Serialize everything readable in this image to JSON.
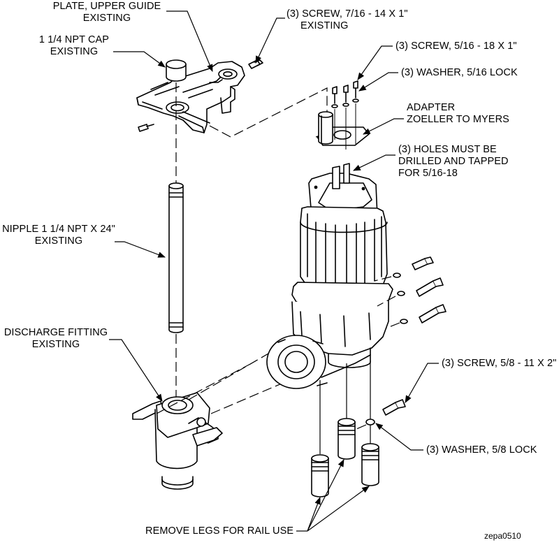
{
  "labels": {
    "plate": [
      "PLATE, UPPER GUIDE",
      "EXISTING"
    ],
    "cap": [
      "1 1/4 NPT CAP",
      "EXISTING"
    ],
    "screw_716": [
      "(3) SCREW, 7/16 - 14 X 1\"",
      "EXISTING"
    ],
    "screw_516": [
      "(3) SCREW, 5/16 - 18 X 1\""
    ],
    "washer_516": [
      "(3) WASHER, 5/16 LOCK"
    ],
    "adapter": [
      "ADAPTER",
      "ZOELLER TO MYERS"
    ],
    "holes": [
      "(3) HOLES MUST BE",
      "DRILLED AND TAPPED",
      "FOR 5/16-18"
    ],
    "nipple": [
      "NIPPLE 1 1/4 NPT X 24\"",
      "EXISTING"
    ],
    "discharge": [
      "DISCHARGE FITTING",
      "EXISTING"
    ],
    "screw_58": [
      "(3) SCREW, 5/8 - 11 X 2\""
    ],
    "washer_58": [
      "(3) WASHER, 5/8 LOCK"
    ],
    "legs": [
      "REMOVE LEGS FOR RAIL USE"
    ]
  },
  "drawing_code": "zepa0510"
}
